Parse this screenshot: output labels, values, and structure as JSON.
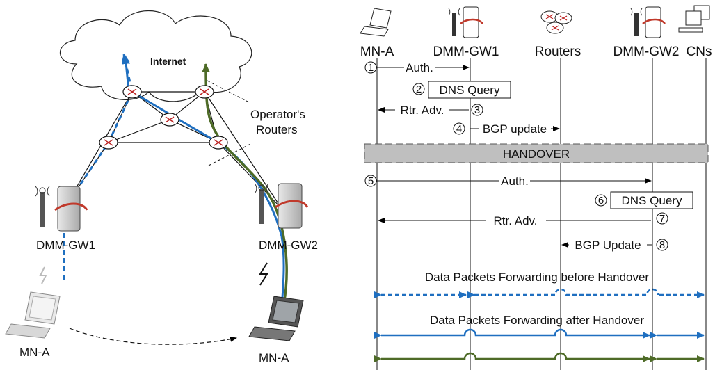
{
  "topology": {
    "internet_label": "Internet",
    "operator_routers_label": "Operator's\nRouters",
    "gw1_label": "DMM-GW1",
    "gw2_label": "DMM-GW2",
    "mn_left_label": "MN-A",
    "mn_right_label": "MN-A"
  },
  "sequence": {
    "entities": [
      "MN-A",
      "DMM-GW1",
      "Routers",
      "DMM-GW2",
      "CNs"
    ],
    "messages": [
      {
        "num": "1",
        "label": "Auth."
      },
      {
        "num": "2",
        "label": "DNS Query"
      },
      {
        "num": "3",
        "label": "Rtr. Adv."
      },
      {
        "num": "4",
        "label": "BGP update"
      },
      {
        "num": "5",
        "label": "Auth."
      },
      {
        "num": "6",
        "label": "DNS Query"
      },
      {
        "num": "7",
        "label": "Rtr. Adv."
      },
      {
        "num": "8",
        "label": "BGP Update"
      }
    ],
    "handover_label": "HANDOVER",
    "before_label": "Data Packets Forwarding before Handover",
    "after_label": "Data Packets Forwarding after Handover"
  },
  "colors": {
    "blue": "#1f6fc0",
    "green": "#4e6b27",
    "router": "#ffffff",
    "band": "#bfbfbf"
  }
}
